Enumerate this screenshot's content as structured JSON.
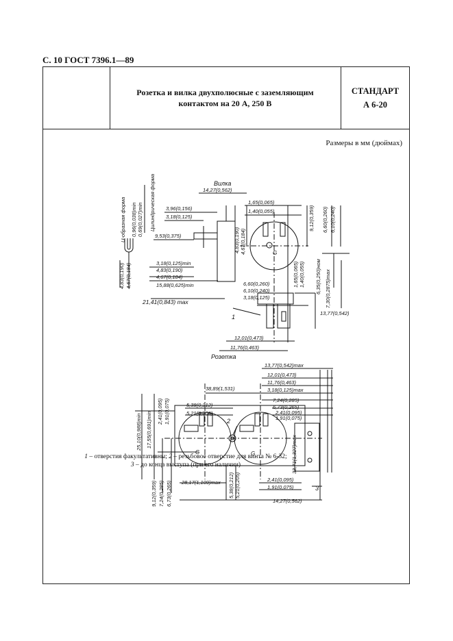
{
  "page_header": "С. 10 ГОСТ 7396.1—89",
  "title": "Розетка и вилка двухполюсные с заземляющим контактом на 20 А, 250 В",
  "standard_label": "СТАНДАРТ",
  "standard_code": "А 6-20",
  "units_note": "Размеры в мм (дюймах)",
  "plug": {
    "label": "Вилка",
    "side_labels": [
      "U-образная форма",
      "Цилиндрическая форма"
    ],
    "dims": {
      "d1427": "14,27(0,562)",
      "d396": "3,96(0,156)",
      "d318a": "3,18(0,125)",
      "d096": "0,96(0,038)min",
      "d069": "0,69(0,027)min",
      "d953": "9,53(0,375)",
      "d483": "4,83(0,190)",
      "d467": "4,67(0,184)",
      "d318min": "3,18(0,125)min",
      "d483b": "4,83(0,190)",
      "d467b": "4,67(0,184)",
      "d1588": "15,88(0,625)min",
      "d2141": "21,41(0,843) max",
      "d165": "1,65(0,065)",
      "d140": "1,40(0,055)",
      "d912": "9,12(0,359)",
      "d660": "6,60(0,260)",
      "d610": "6,10(0,240)",
      "d483c": "4,83(0,190)",
      "d467c": "4,67(0,184)",
      "d660b": "6,60(0,260)",
      "d610b": "6,10(0,240)",
      "d318b": "3,18(0,125)",
      "d165b": "1,65(0,065)",
      "d140b": "1,40(0,055)",
      "d635": "6,35(0,250)ном",
      "d730": "7,30(0,2875)max",
      "d1377": "13,77(0,542)",
      "d1201": "12,01(0,473)",
      "d1176": "11,76(0,463)",
      "callout1": "1",
      "g": "G"
    }
  },
  "socket": {
    "label": "Розетка",
    "dims": {
      "d1377max": "13,77(0,542)max",
      "d1201": "12,01(0,473)",
      "d1176": "11,76(0,463)",
      "d3889": "38,89(1,531)",
      "d318max": "3,18(0,125)max",
      "d724": "7,24(0,285)",
      "d673": "6,73(0,265)",
      "d241": "2,41(0,095)",
      "d191": "1,91(0,075)",
      "d538": "5,38(0,212)",
      "d521": "5,21(0,205)",
      "d2510": "25,10(0,988)min",
      "d1755": "17,55(0,691)min",
      "d241a": "2,41(0,095)",
      "d191a": "1,91(0,075)",
      "d3371": "33,71(1,327)max",
      "d912": "9,12(0,359)",
      "d724b": "7,24(0,285)",
      "d673b": "6,73(0,265)",
      "d2817": "28,17(1,109)max",
      "d538b": "5,38(0,212)",
      "d521b": "5,21(0,205)",
      "d241b": "2,41(0,095)",
      "d191b": "1,91(0,075)",
      "d1427": "14,27(0,562)",
      "callout2": "2",
      "callout3": "3",
      "g": "G"
    }
  },
  "footnote": {
    "n1": "1",
    "t1": " – отверстия факультативны; ",
    "n2": "2",
    "t2": " – резьбовое отверстие для винта № 6-32;",
    "n3": "3",
    "t3": " – до конца выступа (при его наличии)"
  }
}
